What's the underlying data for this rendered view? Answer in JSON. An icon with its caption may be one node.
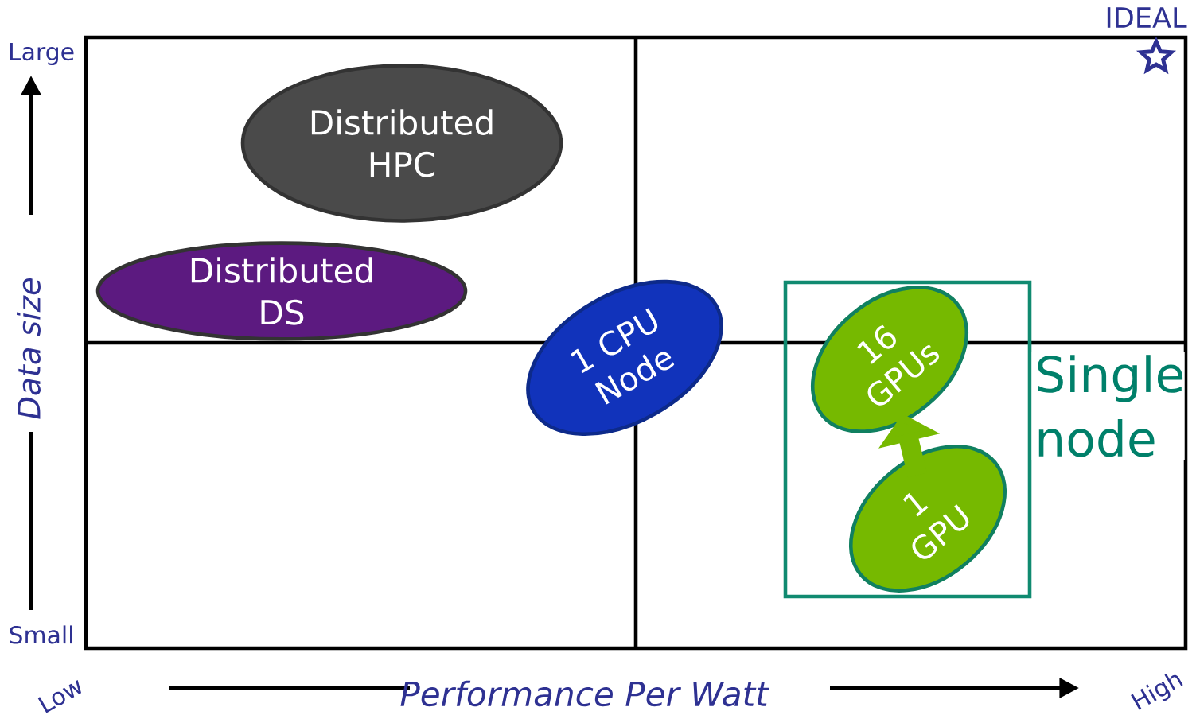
{
  "diagram": {
    "nodes": [
      {
        "text": [
          "Distributed HPC"
        ]
      },
      {
        "text": [
          "Distributed DS"
        ]
      },
      {
        "text": [
          "1 CPU Node"
        ]
      },
      {
        "text": [
          "Single node"
        ]
      },
      {
        "text": [
          "16 GPUs"
        ],
        "in": 3
      },
      {
        "text": [
          "1 GPU"
        ],
        "in": 3
      }
    ],
    "edges": [
      {
        "from": 5,
        "to": 4,
        "arrow": "to"
      }
    ],
    "labels": [
      "IDEAL",
      "Large",
      "Data size",
      "Small",
      "Low",
      "Performance Per Watt",
      "High"
    ]
  }
}
